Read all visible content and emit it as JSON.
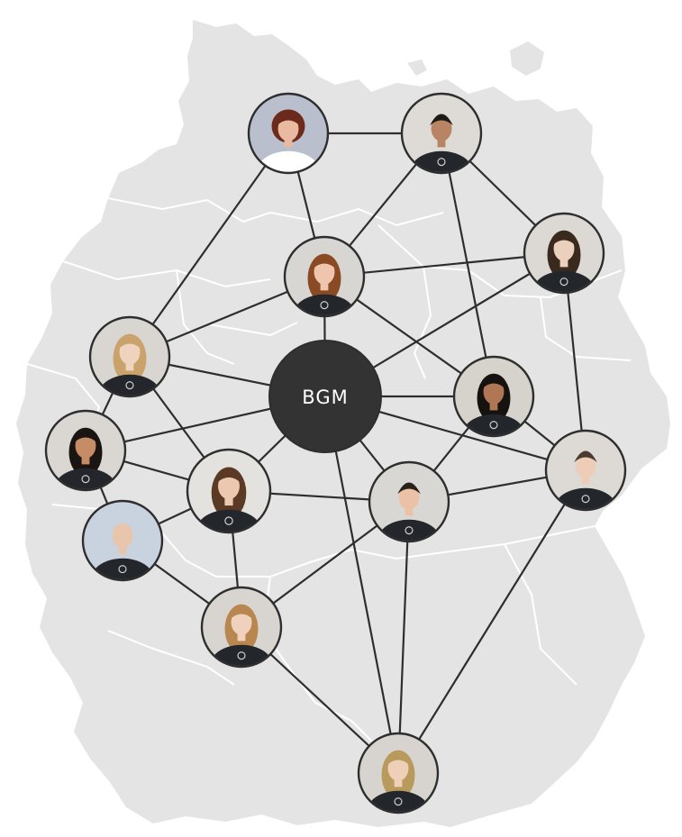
{
  "hub": {
    "label": "BGM"
  },
  "colors": {
    "map_fill": "#e4e4e4",
    "map_borders": "#ffffff",
    "lines": "#2e2e2e",
    "hub_fill": "#333333",
    "hub_text": "#ffffff",
    "node_ring": "#2e2e2e",
    "photo_bg": "#dcd8d2",
    "shirt": "#23262b"
  },
  "people": [
    {
      "id": "p1",
      "hair": "#6b2a1a",
      "skin": "#e9b9a0",
      "shirt": "#ffffff",
      "bg": "#b9bfcc",
      "style": "short"
    },
    {
      "id": "p2",
      "hair": "#1d1a18",
      "skin": "#b98463",
      "shirt": "#23262b",
      "bg": "#dedbd6",
      "style": "man"
    },
    {
      "id": "p3",
      "hair": "#8a4a23",
      "skin": "#efc6ad",
      "shirt": "#23262b",
      "bg": "#d8d6d2",
      "style": "long"
    },
    {
      "id": "p4",
      "hair": "#3a2a1e",
      "skin": "#ead0bd",
      "shirt": "#23262b",
      "bg": "#dcd9d4",
      "style": "long"
    },
    {
      "id": "p5",
      "hair": "#c9a36b",
      "skin": "#efd3bf",
      "shirt": "#23262b",
      "bg": "#d9d6d1",
      "style": "long"
    },
    {
      "id": "p6",
      "hair": "#1a1412",
      "skin": "#c68c66",
      "shirt": "#23262b",
      "bg": "#dad7d2",
      "style": "long"
    },
    {
      "id": "p7",
      "hair": "#151210",
      "skin": "#b07755",
      "shirt": "#23262b",
      "bg": "#d6d2cc",
      "style": "long"
    },
    {
      "id": "p8",
      "hair": "#5a3a24",
      "skin": "#ecc8b0",
      "shirt": "#23262b",
      "bg": "#e4e2de",
      "style": "long"
    },
    {
      "id": "p9",
      "hair": "#2a211b",
      "skin": "#ecc2a6",
      "shirt": "#23262b",
      "bg": "#d9d7d3",
      "style": "man"
    },
    {
      "id": "p10",
      "hair": "#4b3b30",
      "skin": "#eecdb8",
      "shirt": "#23262b",
      "bg": "#dddad6",
      "style": "man"
    },
    {
      "id": "p11",
      "hair": "#e8c5ad",
      "skin": "#e8c5ad",
      "shirt": "#23262b",
      "bg": "#c9d3e0",
      "style": "bald"
    },
    {
      "id": "p12",
      "hair": "#b8874f",
      "skin": "#efd1bd",
      "shirt": "#23262b",
      "bg": "#d8d5d0",
      "style": "long"
    },
    {
      "id": "p13",
      "hair": "#b89a5c",
      "skin": "#efcfb8",
      "shirt": "#23262b",
      "bg": "#d7d4cf",
      "style": "long"
    }
  ],
  "edges": [
    [
      "p1",
      "p2"
    ],
    [
      "p1",
      "p3"
    ],
    [
      "p1",
      "p5"
    ],
    [
      "p2",
      "p4"
    ],
    [
      "p2",
      "p3"
    ],
    [
      "p2",
      "p7"
    ],
    [
      "p4",
      "p10"
    ],
    [
      "p4",
      "p3"
    ],
    [
      "p4",
      "hub"
    ],
    [
      "p3",
      "p5"
    ],
    [
      "p3",
      "hub"
    ],
    [
      "p3",
      "p7"
    ],
    [
      "p5",
      "p6"
    ],
    [
      "p5",
      "hub"
    ],
    [
      "p5",
      "p8"
    ],
    [
      "p6",
      "hub"
    ],
    [
      "p6",
      "p8"
    ],
    [
      "p6",
      "p11"
    ],
    [
      "p7",
      "hub"
    ],
    [
      "p7",
      "p10"
    ],
    [
      "p7",
      "p9"
    ],
    [
      "hub",
      "p8"
    ],
    [
      "hub",
      "p9"
    ],
    [
      "hub",
      "p10"
    ],
    [
      "hub",
      "p13"
    ],
    [
      "p8",
      "p11"
    ],
    [
      "p8",
      "p12"
    ],
    [
      "p8",
      "p9"
    ],
    [
      "p9",
      "p10"
    ],
    [
      "p9",
      "p12"
    ],
    [
      "p9",
      "p13"
    ],
    [
      "p10",
      "p13"
    ],
    [
      "p11",
      "p12"
    ],
    [
      "p12",
      "p13"
    ]
  ]
}
